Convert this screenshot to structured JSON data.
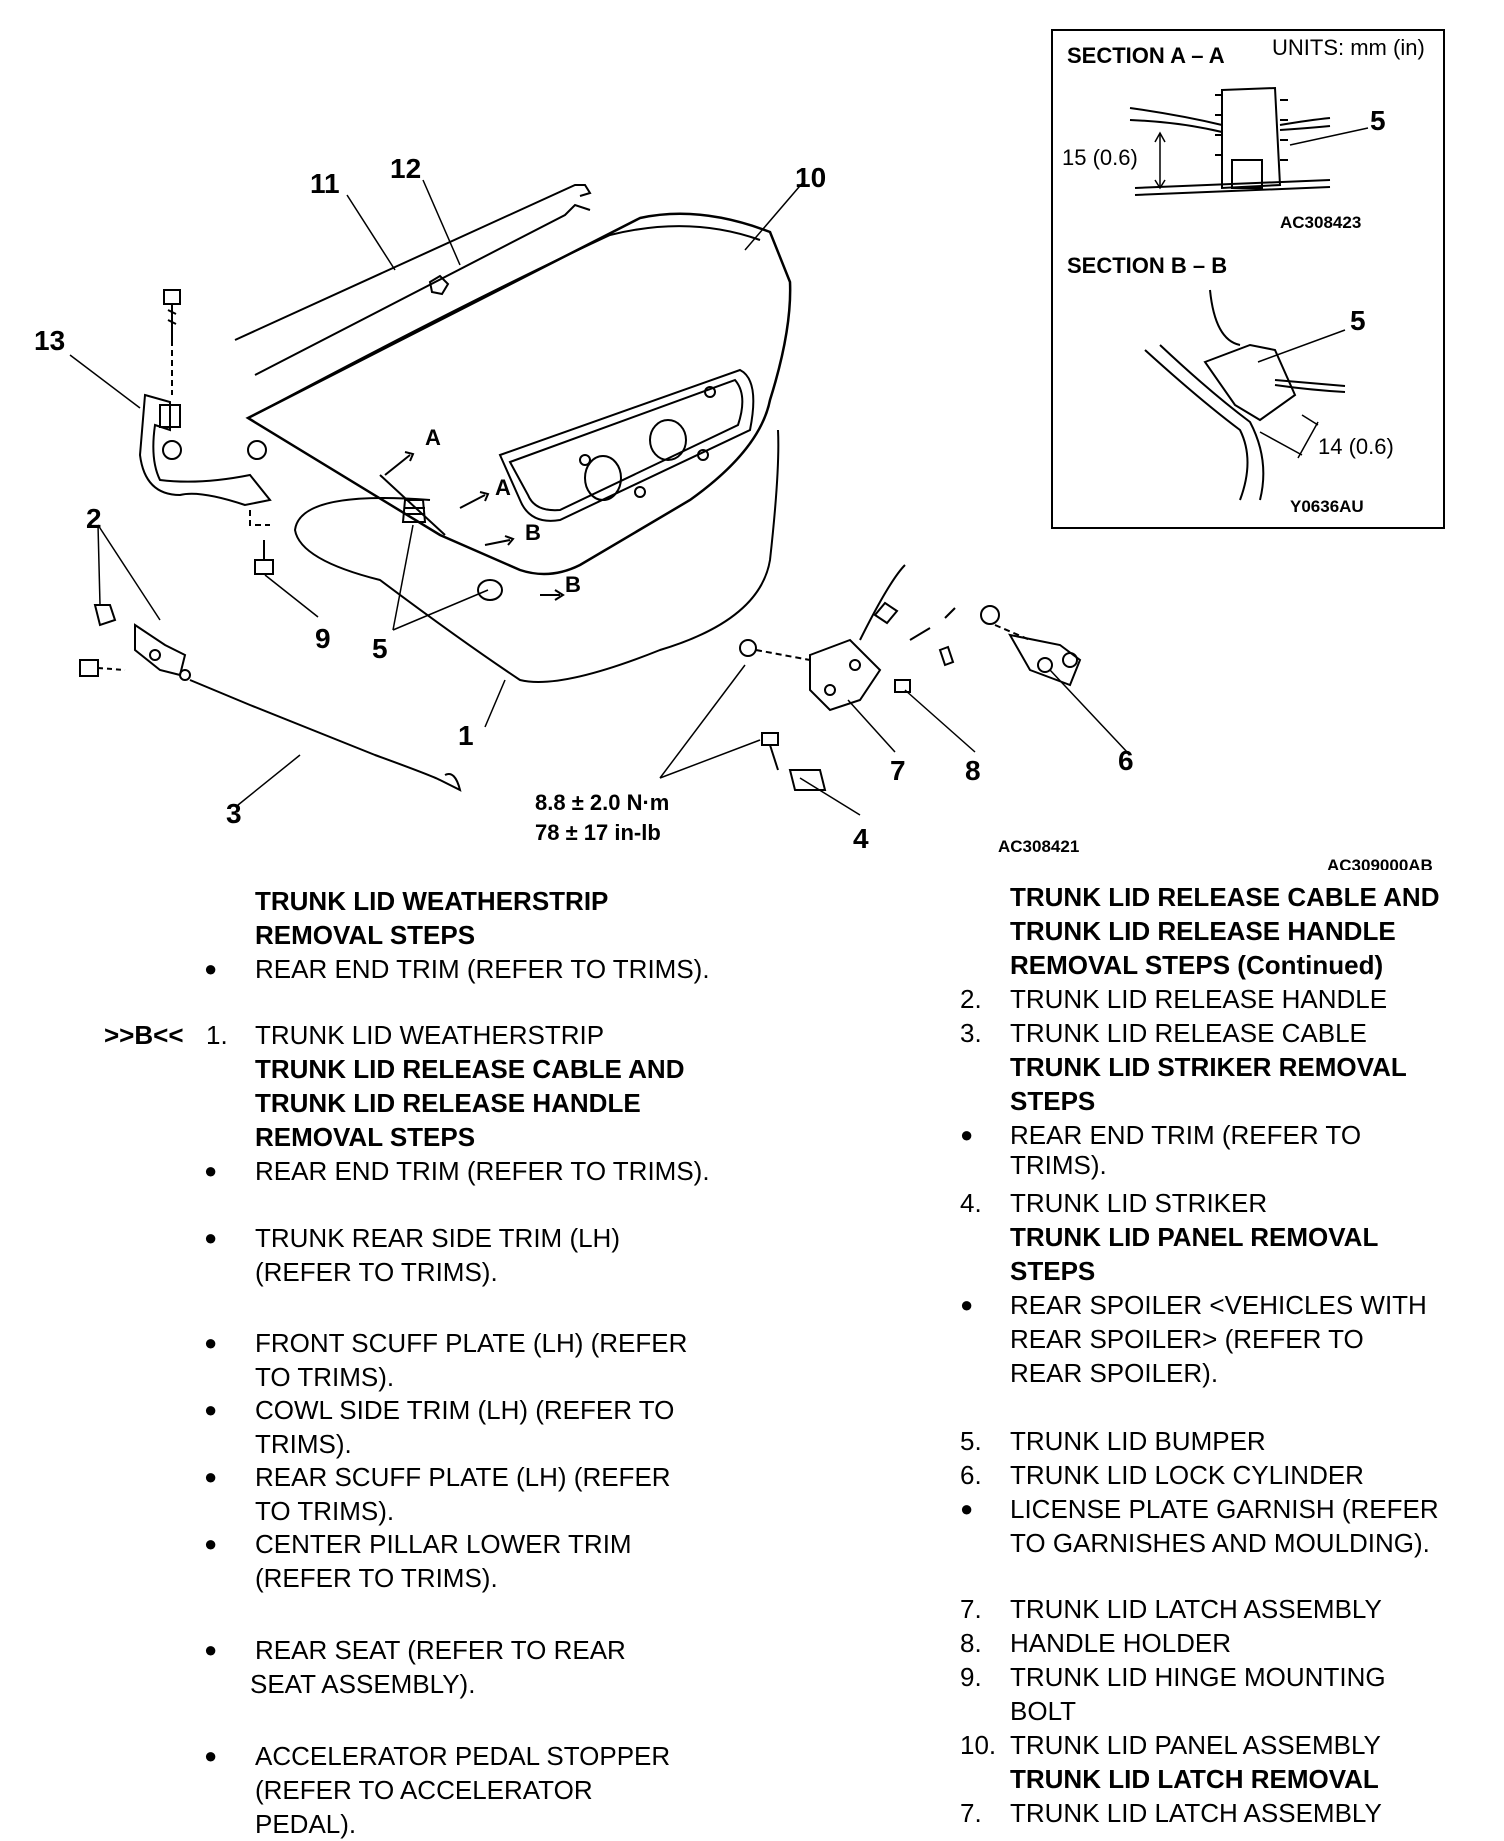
{
  "diagram": {
    "callouts": [
      "1",
      "2",
      "3",
      "4",
      "5",
      "5",
      "6",
      "7",
      "8",
      "9",
      "10",
      "11",
      "12",
      "13"
    ],
    "section_letters": [
      "A",
      "A",
      "B",
      "B"
    ],
    "torque_nm": "8.8 ± 2.0 N·m",
    "torque_inlb": "78 ± 17 in-lb",
    "code_main": "AC308421",
    "code_page": "AC309000AB",
    "inset": {
      "units": "UNITS: mm (in)",
      "section_a_title": "SECTION A – A",
      "section_a_dim": "15 (0.6)",
      "section_a_callout": "5",
      "section_a_code": "AC308423",
      "section_b_title": "SECTION B – B",
      "section_b_dim": "14 (0.6)",
      "section_b_callout": "5",
      "section_b_code": "Y0636AU"
    }
  },
  "left_column": {
    "weatherstrip_heading": [
      "TRUNK LID WEATHERSTRIP",
      "REMOVAL STEPS"
    ],
    "weatherstrip_bullet": "REAR END TRIM (REFER TO TRIMS).",
    "marker": ">>B<<",
    "step1_num": "1.",
    "step1": "TRUNK LID WEATHERSTRIP",
    "cable_heading": [
      "TRUNK LID RELEASE CABLE AND",
      "TRUNK LID RELEASE HANDLE",
      "REMOVAL STEPS"
    ],
    "bullets": [
      [
        "REAR END TRIM (REFER TO TRIMS)."
      ],
      [
        "TRUNK REAR SIDE TRIM (LH)",
        "(REFER TO TRIMS)."
      ],
      [
        "FRONT SCUFF PLATE (LH) (REFER",
        "TO TRIMS)."
      ],
      [
        "COWL SIDE TRIM (LH) (REFER TO",
        "TRIMS)."
      ],
      [
        "REAR SCUFF PLATE (LH) (REFER",
        "TO TRIMS)."
      ],
      [
        "CENTER PILLAR LOWER TRIM",
        "(REFER TO TRIMS)."
      ],
      [
        "REAR SEAT (REFER TO REAR",
        "SEAT ASSEMBLY)."
      ],
      [
        "ACCELERATOR PEDAL STOPPER",
        "(REFER TO ACCELERATOR",
        " PEDAL)."
      ]
    ]
  },
  "right_column": {
    "cable_heading_cont": [
      "TRUNK LID RELEASE CABLE AND",
      "TRUNK LID RELEASE HANDLE",
      "REMOVAL STEPS (Continued)"
    ],
    "steps_a": [
      {
        "num": "2.",
        "text": "TRUNK LID RELEASE HANDLE"
      },
      {
        "num": "3.",
        "text": "TRUNK LID RELEASE CABLE"
      }
    ],
    "striker_heading": [
      "TRUNK LID STRIKER REMOVAL",
      "STEPS"
    ],
    "striker_bullet": [
      "REAR END TRIM (REFER TO",
      "TRIMS)."
    ],
    "step4": {
      "num": "4.",
      "text": "TRUNK LID STRIKER"
    },
    "panel_heading": [
      "TRUNK LID PANEL REMOVAL",
      "STEPS"
    ],
    "spoiler_bullet": [
      "REAR SPOILER <VEHICLES WITH",
      "REAR SPOILER> (REFER TO",
      "REAR SPOILER)."
    ],
    "steps_b": [
      {
        "num": "5.",
        "text": "TRUNK LID BUMPER"
      },
      {
        "num": "6.",
        "text": "TRUNK LID LOCK CYLINDER"
      }
    ],
    "garnish_bullet": [
      "LICENSE PLATE GARNISH (REFER",
      "TO GARNISHES AND MOULDING)."
    ],
    "steps_c": [
      {
        "num": "7.",
        "text": "TRUNK LID LATCH ASSEMBLY"
      },
      {
        "num": "8.",
        "text": "HANDLE HOLDER"
      },
      {
        "num": "9.",
        "text": "TRUNK LID HINGE MOUNTING"
      },
      {
        "num": "",
        "text": "BOLT"
      },
      {
        "num": "10.",
        "text": "TRUNK LID PANEL ASSEMBLY"
      }
    ],
    "latch_heading": "TRUNK LID LATCH REMOVAL",
    "step7b": {
      "num": "7.",
      "text": "TRUNK LID LATCH ASSEMBLY"
    }
  }
}
